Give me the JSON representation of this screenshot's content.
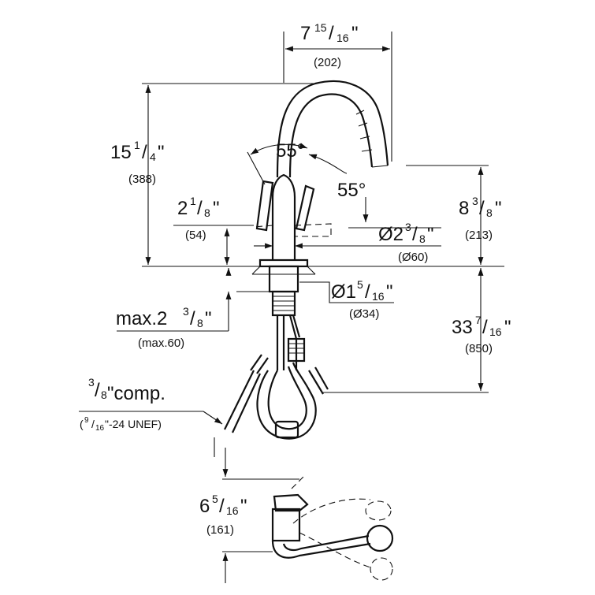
{
  "dimensions": {
    "spout_reach": {
      "whole": "7",
      "fraction_num": "15",
      "fraction_den": "16",
      "unit": "\"",
      "metric": "(202)"
    },
    "total_height": {
      "whole": "15",
      "fraction_num": "1",
      "fraction_den": "4",
      "unit": "\"",
      "metric": "(388)"
    },
    "handle_angle_top": {
      "value": "55°"
    },
    "handle_angle_side": {
      "value": "55°"
    },
    "lever_height": {
      "whole": "2",
      "fraction_num": "1",
      "fraction_den": "8",
      "unit": "\"",
      "metric": "(54)"
    },
    "spout_height": {
      "whole": "8",
      "fraction_num": "3",
      "fraction_den": "8",
      "unit": "\"",
      "metric": "(213)"
    },
    "base_diameter": {
      "prefix": "Ø2",
      "fraction_num": "3",
      "fraction_den": "8",
      "unit": "\"",
      "metric": "(Ø60)"
    },
    "hole_diameter": {
      "prefix": "Ø1",
      "fraction_num": "5",
      "fraction_den": "16",
      "unit": "\"",
      "metric": "(Ø34)"
    },
    "max_deck_thickness": {
      "prefix": "max.2",
      "fraction_num": "3",
      "fraction_den": "8",
      "unit": "\"",
      "metric": "(max.60)"
    },
    "hose_length": {
      "whole": "33",
      "fraction_num": "7",
      "fraction_den": "16",
      "unit": "\"",
      "metric": "(850)"
    },
    "connection": {
      "fraction_num": "3",
      "fraction_den": "8",
      "suffix": "\"comp.",
      "thread_open": "(",
      "thread_num": "9",
      "thread_den": "16",
      "thread_rest": "\"-24 UNEF)"
    },
    "top_view_clearance": {
      "whole": "6",
      "fraction_num": "5",
      "fraction_den": "16",
      "unit": "\"",
      "metric": "(161)"
    }
  }
}
